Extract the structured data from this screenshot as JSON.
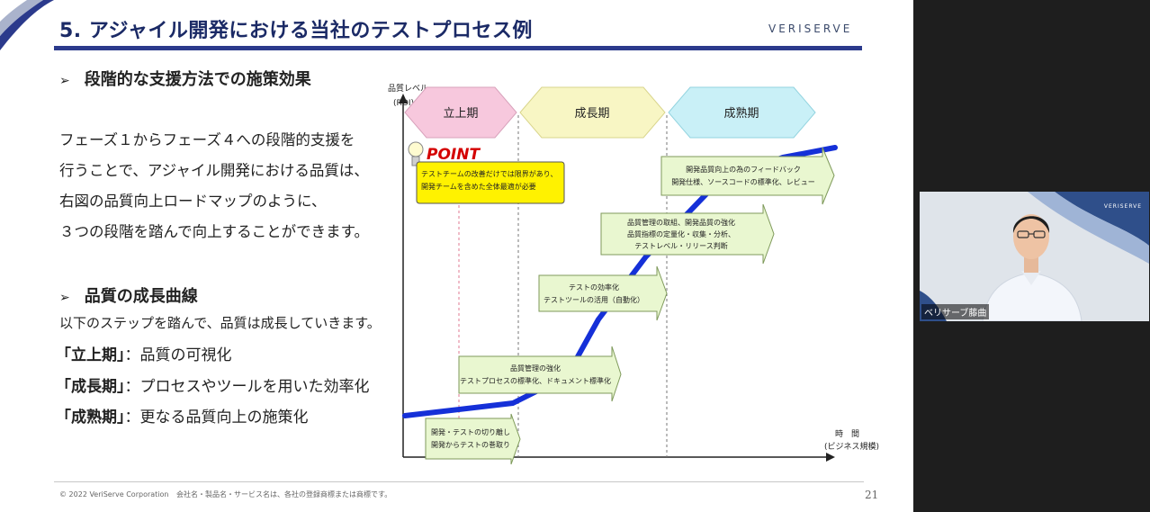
{
  "slide": {
    "title": "5. アジャイル開発における当社のテストプロセス例",
    "brand": "VERISERVE",
    "section1": {
      "heading": "段階的な支援方法での施策効果",
      "lines": [
        "フェーズ１からフェーズ４への段階的支援を",
        "行うことで、アジャイル開発における品質は、",
        "右図の品質向上ロードマップのように、",
        "３つの段階を踏んで向上することができます。"
      ]
    },
    "section2": {
      "heading": "品質の成長曲線",
      "intro": "以下のステップを踏んで、品質は成長していきます。",
      "stages": [
        {
          "name": "「立上期」",
          "desc": "：品質の可視化"
        },
        {
          "name": "「成長期」",
          "desc": "：プロセスやツールを用いた効率化"
        },
        {
          "name": "「成熟期」",
          "desc": "：更なる品質向上の施策化"
        }
      ]
    },
    "footer": {
      "copyright": "© 2022 VeriServe Corporation",
      "trademark": "会社名・製品名・サービス名は、各社の登録商標または商標です。",
      "page": "21"
    }
  },
  "chart_data": {
    "type": "diagram",
    "y_axis_label": [
      "品質レベル",
      "(ROI)"
    ],
    "x_axis_label": [
      "時　間",
      "(ビジネス規模)"
    ],
    "phases": [
      {
        "label": "立上期",
        "color": "#f7c8dd"
      },
      {
        "label": "成長期",
        "color": "#f8f6c4"
      },
      {
        "label": "成熟期",
        "color": "#c9f0f7"
      }
    ],
    "point": {
      "label": "POINT",
      "note": [
        "テストチームの改善だけでは限界があり、",
        "開発チームを含めた全体最適が必要"
      ]
    },
    "steps": [
      {
        "lines": [
          "開発・テストの切り離し",
          "開発からテストの巻取り"
        ]
      },
      {
        "lines": [
          "品質管理の強化",
          "テストプロセスの標準化、ドキュメント標準化"
        ]
      },
      {
        "lines": [
          "テストの効率化",
          "テストツールの活用（自動化）"
        ]
      },
      {
        "lines": [
          "品質管理の取組、開発品質の強化",
          "品質指標の定量化・収集・分析、",
          "テストレベル・リリース判断"
        ]
      },
      {
        "lines": [
          "開発品質向上の為のフィードバック",
          "開発仕様、ソースコードの標準化、レビュー"
        ]
      }
    ],
    "colors": {
      "curve": "#1530d8",
      "step_fill": "#e9f7d0",
      "step_stroke": "#7f9a5b",
      "point_fill": "#fff200"
    }
  },
  "presenter": {
    "name": "ベリサーブ藤曲",
    "brand": "VERISERVE"
  }
}
